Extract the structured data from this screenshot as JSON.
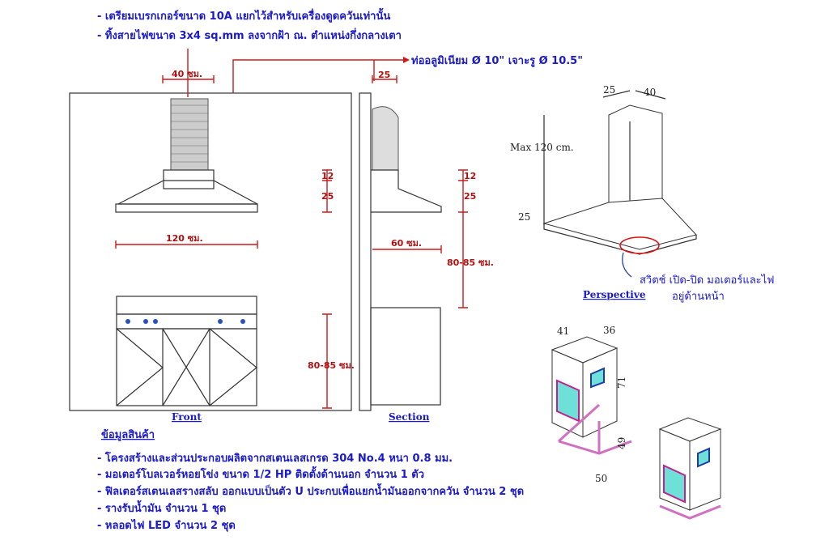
{
  "top_notes": [
    "- เตรียมเบรกเกอร์ขนาด 10A แยกไว้สำหรับเครื่องดูดควันเท่านั้น",
    "- ทิ้งสายไฟขนาด 3x4 sq.mm ลงจากฝ้า ณ. ตำแหน่งกึ่งกลางเตา"
  ],
  "duct_note": "ท่ออลูมิเนียม Ø 10\" เจาะรู Ø 10.5\"",
  "front": {
    "title": "Front",
    "width_top": "40 ซม.",
    "width_hood": "120 ซม.",
    "dim_12": "12",
    "dim_25": "25",
    "stove_height": "80-85 ซม."
  },
  "section": {
    "title": "Section",
    "dim_top": "25",
    "dim_12": "12",
    "dim_25": "25",
    "depth": "60 ซม.",
    "hood_height": "80-85 ซม."
  },
  "perspective": {
    "title": "Perspective",
    "dim_a": "25",
    "dim_b": "40",
    "max": "Max 120 cm.",
    "dim_hood": "25",
    "switch_note_1": "สวิตช์ เปิด-ปิด มอเตอร์และไฟ",
    "switch_note_2": "อยู่ด้านหน้า"
  },
  "motor": {
    "d1": "41",
    "d2": "36",
    "d3": "71",
    "d4": "49",
    "d5": "50"
  },
  "product_info": {
    "title": "ข้อมูลสินค้า",
    "items": [
      "- โครงสร้างและส่วนประกอบผลิตจากสเตนเลสเกรด 304 No.4 หนา 0.8 มม.",
      "- มอเตอร์โบลเวอร์หอยโข่ง ขนาด 1/2 HP   ติดตั้งด้านนอก จำนวน 1 ตัว",
      "- ฟิลเตอร์สเตนเลสรางสลับ ออกแบบเป็นตัว U ประกบเพื่อแยกน้ำมันออกจากควัน จำนวน 2 ชุด",
      "- รางรับน้ำมัน จำนวน 1 ชุด",
      "- หลอดไฟ LED จำนวน 2 ชุด"
    ]
  }
}
